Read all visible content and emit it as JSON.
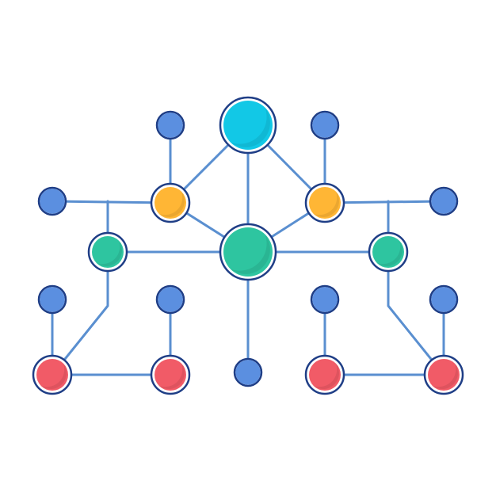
{
  "colors": {
    "background": "#ffffff",
    "outline": "#1f3e86",
    "edge": "#5a8fd0",
    "blue": "#5b8fe0",
    "cyan": "#12c8e6",
    "orange": "#ffb635",
    "green": "#2ec5a0",
    "red": "#f15b67"
  },
  "nodes": [
    {
      "id": "hub-top",
      "color": "cyan",
      "size": "large"
    },
    {
      "id": "hub-center",
      "color": "green",
      "size": "large"
    },
    {
      "id": "orange-left",
      "color": "orange",
      "size": "medium"
    },
    {
      "id": "orange-right",
      "color": "orange",
      "size": "medium"
    },
    {
      "id": "green-left",
      "color": "green",
      "size": "medium"
    },
    {
      "id": "green-right",
      "color": "green",
      "size": "medium"
    },
    {
      "id": "blue-top-left",
      "color": "blue",
      "size": "small"
    },
    {
      "id": "blue-top-right",
      "color": "blue",
      "size": "small"
    },
    {
      "id": "blue-mid-left",
      "color": "blue",
      "size": "small"
    },
    {
      "id": "blue-mid-right",
      "color": "blue",
      "size": "small"
    },
    {
      "id": "blue-low-1",
      "color": "blue",
      "size": "small"
    },
    {
      "id": "blue-low-2",
      "color": "blue",
      "size": "small"
    },
    {
      "id": "blue-low-3",
      "color": "blue",
      "size": "small"
    },
    {
      "id": "blue-low-4",
      "color": "blue",
      "size": "small"
    },
    {
      "id": "blue-bottom-center",
      "color": "blue",
      "size": "small"
    },
    {
      "id": "red-1",
      "color": "red",
      "size": "medium"
    },
    {
      "id": "red-2",
      "color": "red",
      "size": "medium"
    },
    {
      "id": "red-3",
      "color": "red",
      "size": "medium"
    },
    {
      "id": "red-4",
      "color": "red",
      "size": "medium"
    }
  ],
  "edges": [
    [
      "hub-top",
      "hub-center"
    ],
    [
      "hub-top",
      "orange-left"
    ],
    [
      "hub-top",
      "orange-right"
    ],
    [
      "orange-left",
      "hub-center"
    ],
    [
      "orange-right",
      "hub-center"
    ],
    [
      "blue-top-left",
      "orange-left"
    ],
    [
      "blue-top-right",
      "orange-right"
    ],
    [
      "blue-mid-left",
      "orange-left"
    ],
    [
      "blue-mid-right",
      "orange-right"
    ],
    [
      "green-left",
      "hub-center"
    ],
    [
      "green-right",
      "hub-center"
    ],
    [
      "hub-center",
      "blue-bottom-center"
    ],
    [
      "blue-low-1",
      "red-1"
    ],
    [
      "blue-low-2",
      "red-2"
    ],
    [
      "blue-low-3",
      "red-3"
    ],
    [
      "blue-low-4",
      "red-4"
    ],
    [
      "red-1",
      "red-2"
    ],
    [
      "red-3",
      "red-4"
    ],
    [
      "green-left",
      "red-1"
    ],
    [
      "green-right",
      "red-4"
    ]
  ]
}
